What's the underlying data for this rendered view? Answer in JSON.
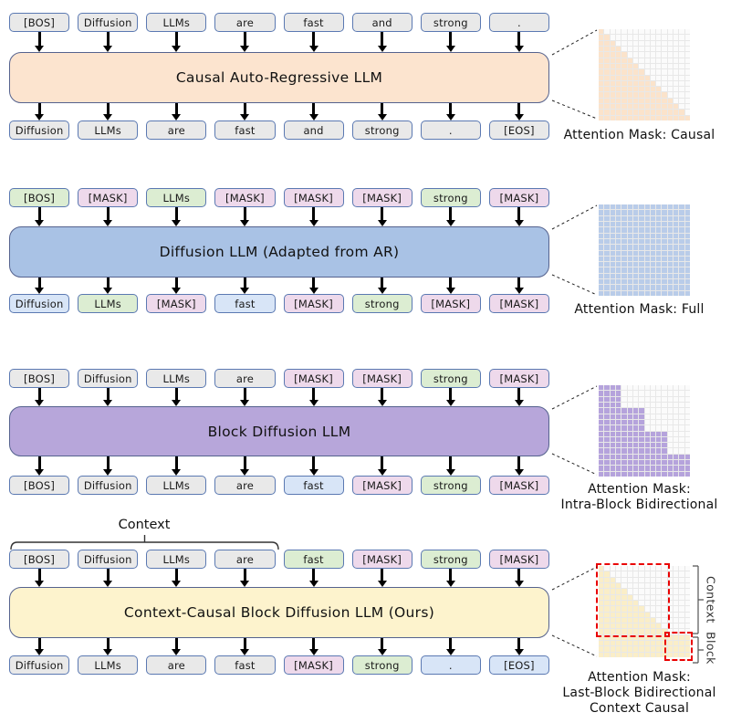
{
  "token_colors": {
    "gray": "#e9e9e9",
    "green": "#dcedd2",
    "pink": "#eed9eb",
    "blue": "#d8e5f7"
  },
  "token_border": "#5b79b2",
  "model_border": "#55628e",
  "mask_grid": {
    "size": 16,
    "block_size": 4,
    "empty_cell": "#fbfbfb",
    "grid_line": "#e8e8e8",
    "highlight_color": "#e90000"
  },
  "panels": [
    {
      "model_label": "Causal Auto-Regressive LLM",
      "model_fill": "#fce4cf",
      "input_tokens": [
        {
          "t": "[BOS]",
          "c": "gray"
        },
        {
          "t": "Diffusion",
          "c": "gray"
        },
        {
          "t": "LLMs",
          "c": "gray"
        },
        {
          "t": "are",
          "c": "gray"
        },
        {
          "t": "fast",
          "c": "gray"
        },
        {
          "t": "and",
          "c": "gray"
        },
        {
          "t": "strong",
          "c": "gray"
        },
        {
          "t": ".",
          "c": "gray"
        }
      ],
      "output_tokens": [
        {
          "t": "Diffusion",
          "c": "gray"
        },
        {
          "t": "LLMs",
          "c": "gray"
        },
        {
          "t": "are",
          "c": "gray"
        },
        {
          "t": "fast",
          "c": "gray"
        },
        {
          "t": "and",
          "c": "gray"
        },
        {
          "t": "strong",
          "c": "gray"
        },
        {
          "t": ".",
          "c": "gray"
        },
        {
          "t": "[EOS]",
          "c": "gray"
        }
      ],
      "mask": {
        "pattern": "causal",
        "fill": "#fbe3cb",
        "label_lines": [
          "Attention Mask: Causal"
        ]
      }
    },
    {
      "model_label": "Diffusion LLM (Adapted from AR)",
      "model_fill": "#a9c2e5",
      "input_tokens": [
        {
          "t": "[BOS]",
          "c": "green"
        },
        {
          "t": "[MASK]",
          "c": "pink"
        },
        {
          "t": "LLMs",
          "c": "green"
        },
        {
          "t": "[MASK]",
          "c": "pink"
        },
        {
          "t": "[MASK]",
          "c": "pink"
        },
        {
          "t": "[MASK]",
          "c": "pink"
        },
        {
          "t": "strong",
          "c": "green"
        },
        {
          "t": "[MASK]",
          "c": "pink"
        }
      ],
      "output_tokens": [
        {
          "t": "Diffusion",
          "c": "blue"
        },
        {
          "t": "LLMs",
          "c": "green"
        },
        {
          "t": "[MASK]",
          "c": "pink"
        },
        {
          "t": "fast",
          "c": "blue"
        },
        {
          "t": "[MASK]",
          "c": "pink"
        },
        {
          "t": "strong",
          "c": "green"
        },
        {
          "t": "[MASK]",
          "c": "pink"
        },
        {
          "t": "[MASK]",
          "c": "pink"
        }
      ],
      "mask": {
        "pattern": "full",
        "fill": "#b9cce9",
        "label_lines": [
          "Attention Mask: Full"
        ]
      }
    },
    {
      "model_label": "Block Diffusion LLM",
      "model_fill": "#b7a6da",
      "input_tokens": [
        {
          "t": "[BOS]",
          "c": "gray"
        },
        {
          "t": "Diffusion",
          "c": "gray"
        },
        {
          "t": "LLMs",
          "c": "gray"
        },
        {
          "t": "are",
          "c": "gray"
        },
        {
          "t": "[MASK]",
          "c": "pink"
        },
        {
          "t": "[MASK]",
          "c": "pink"
        },
        {
          "t": "strong",
          "c": "green"
        },
        {
          "t": "[MASK]",
          "c": "pink"
        }
      ],
      "output_tokens": [
        {
          "t": "[BOS]",
          "c": "gray"
        },
        {
          "t": "Diffusion",
          "c": "gray"
        },
        {
          "t": "LLMs",
          "c": "gray"
        },
        {
          "t": "are",
          "c": "gray"
        },
        {
          "t": "fast",
          "c": "blue"
        },
        {
          "t": "[MASK]",
          "c": "pink"
        },
        {
          "t": "strong",
          "c": "green"
        },
        {
          "t": "[MASK]",
          "c": "pink"
        }
      ],
      "mask": {
        "pattern": "intra_block",
        "fill": "#b5a3dc",
        "label_lines": [
          "Attention Mask:",
          "Intra-Block Bidirectional"
        ]
      }
    },
    {
      "model_label": "Context-Causal Block Diffusion LLM (Ours)",
      "model_fill": "#fdf3cd",
      "context_label": "Context",
      "input_tokens": [
        {
          "t": "[BOS]",
          "c": "gray"
        },
        {
          "t": "Diffusion",
          "c": "gray"
        },
        {
          "t": "LLMs",
          "c": "gray"
        },
        {
          "t": "are",
          "c": "gray"
        },
        {
          "t": "fast",
          "c": "green"
        },
        {
          "t": "[MASK]",
          "c": "pink"
        },
        {
          "t": "strong",
          "c": "green"
        },
        {
          "t": "[MASK]",
          "c": "pink"
        }
      ],
      "output_tokens": [
        {
          "t": "Diffusion",
          "c": "gray"
        },
        {
          "t": "LLMs",
          "c": "gray"
        },
        {
          "t": "are",
          "c": "gray"
        },
        {
          "t": "fast",
          "c": "gray"
        },
        {
          "t": "[MASK]",
          "c": "pink"
        },
        {
          "t": "strong",
          "c": "green"
        },
        {
          "t": ".",
          "c": "blue"
        },
        {
          "t": "[EOS]",
          "c": "blue"
        }
      ],
      "mask": {
        "pattern": "context_causal",
        "fill": "#faeec8",
        "label_lines": [
          "Attention Mask:",
          "Last-Block Bidirectional",
          "Context Causal"
        ],
        "side_labels": [
          {
            "text": "Context"
          },
          {
            "text": "Block"
          }
        ]
      }
    }
  ]
}
